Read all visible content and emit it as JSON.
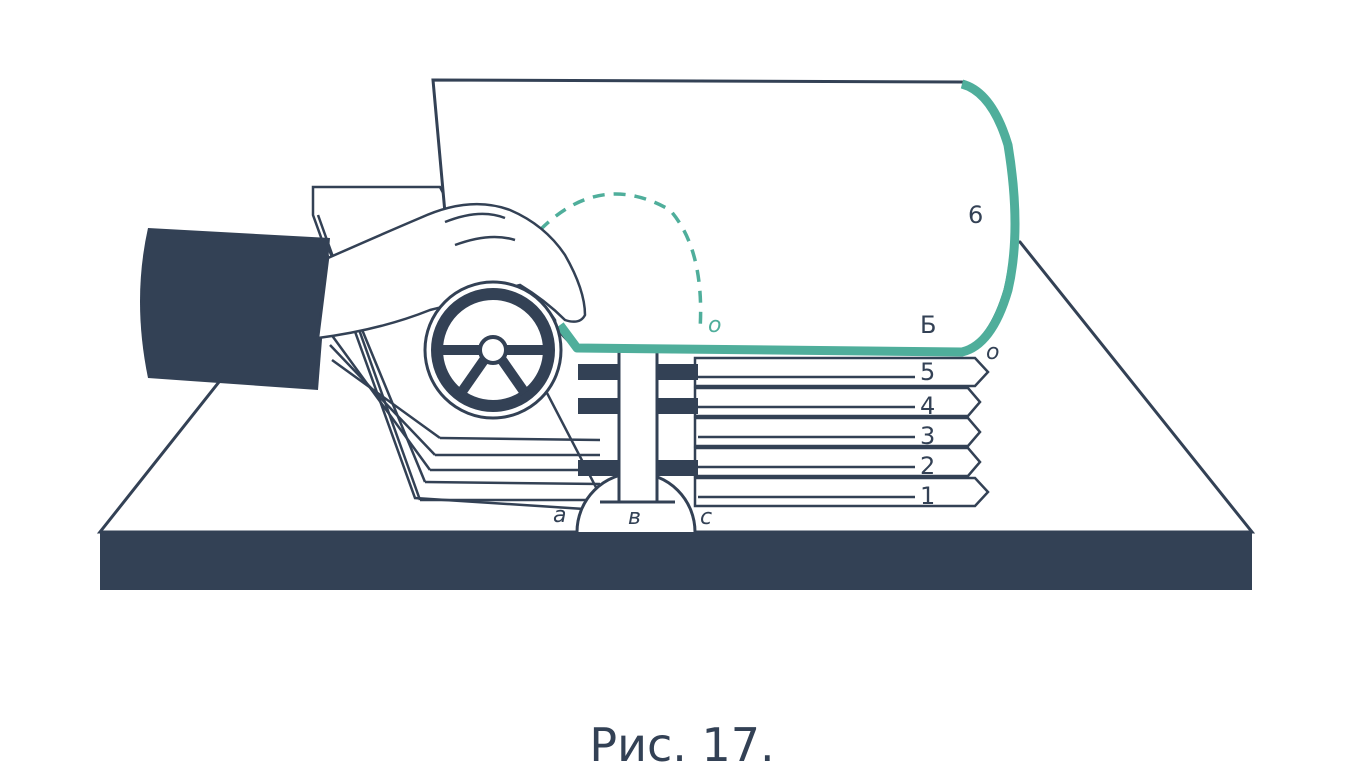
{
  "caption": "Рис. 17.",
  "labels": {
    "sheet": "6",
    "fold_edge": "Б",
    "pivot_inner": "o",
    "pivot_outer": "o",
    "layers": [
      "1",
      "2",
      "3",
      "4",
      "5"
    ],
    "point_a": "a",
    "point_b": "в",
    "point_c": "с"
  },
  "colors": {
    "ink": "#334155",
    "accent": "#4fae9b",
    "background": "#ffffff"
  }
}
